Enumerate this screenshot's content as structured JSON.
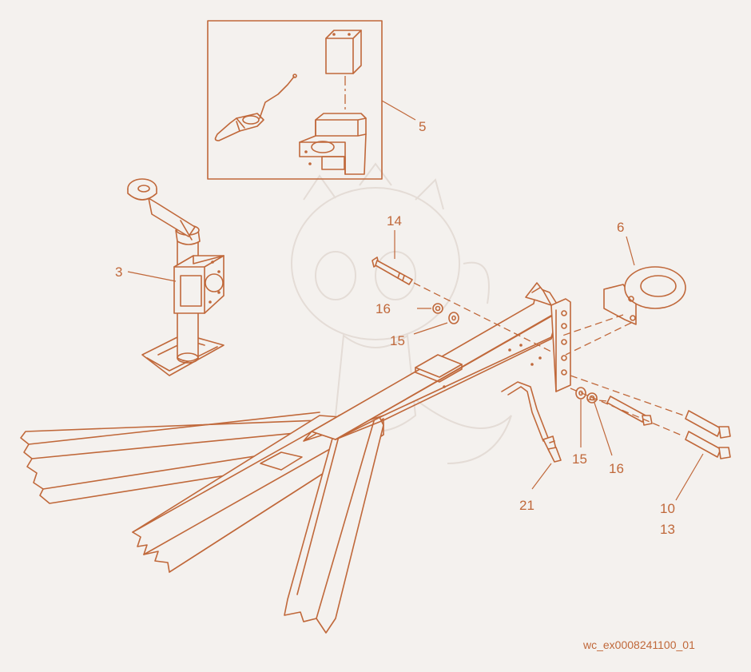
{
  "callouts": {
    "c3": "3",
    "c5": "5",
    "c6": "6",
    "c14": "14",
    "c16a": "16",
    "c15a": "15",
    "c15b": "15",
    "c16b": "16",
    "c21": "21",
    "c10": "10",
    "c13": "13"
  },
  "reference_code": "wc_ex0008241100_01",
  "colors": {
    "line": "#c0683a",
    "background": "#f4f1ee"
  }
}
